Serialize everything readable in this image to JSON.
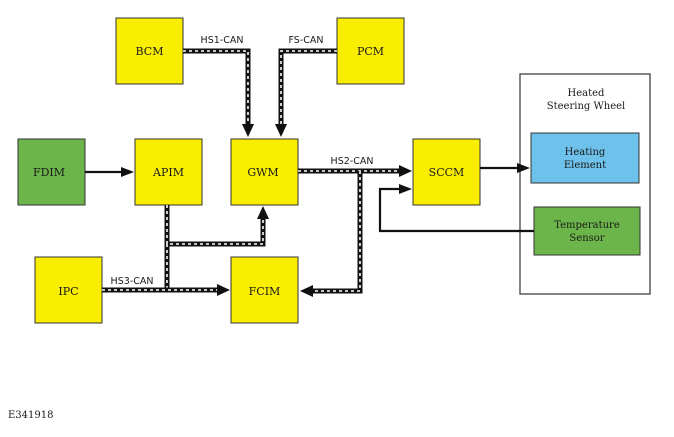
{
  "modules": {
    "bcm": "BCM",
    "pcm": "PCM",
    "fdim": "FDIM",
    "apim": "APIM",
    "gwm": "GWM",
    "sccm": "SCCM",
    "ipc": "IPC",
    "fcim": "FCIM"
  },
  "buses": {
    "hs1": "HS1-CAN",
    "fs": "FS-CAN",
    "hs2": "HS2-CAN",
    "hs3": "HS3-CAN"
  },
  "heated_wheel": {
    "title_line1": "Heated",
    "title_line2": "Steering Wheel",
    "heating_line1": "Heating",
    "heating_line2": "Element",
    "temp_line1": "Temperature",
    "temp_line2": "Sensor"
  },
  "reference": "E341918",
  "colors": {
    "module_fill": "#f9ee00",
    "fdim_fill": "#6cb54b",
    "heating_fill": "#6ec1ea",
    "sensor_fill": "#6cb54b"
  }
}
